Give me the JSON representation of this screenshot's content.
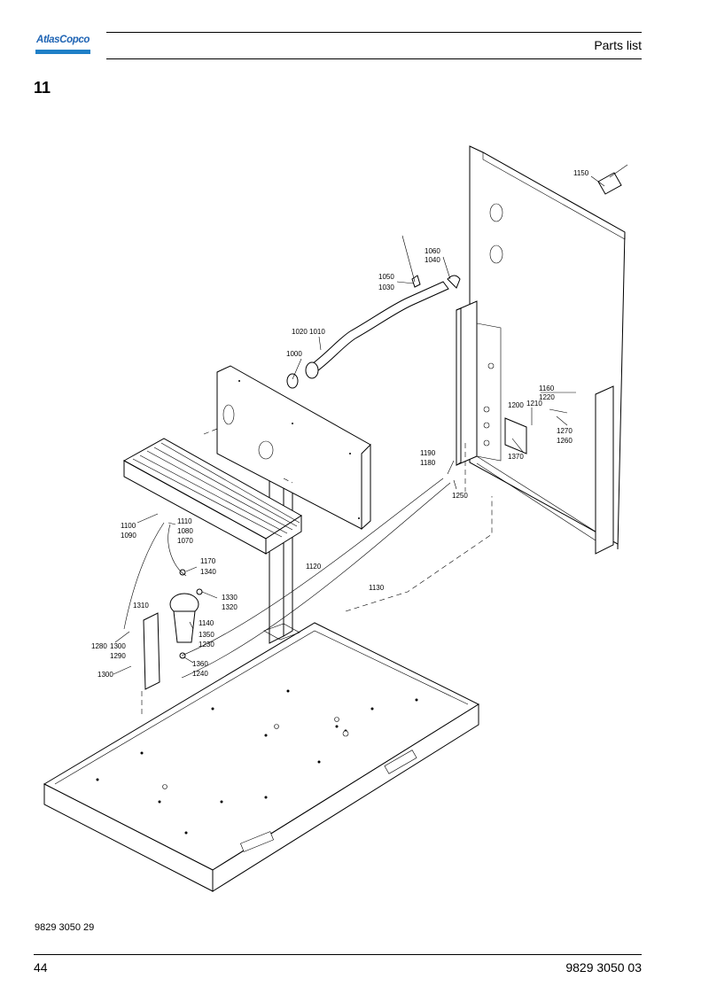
{
  "header": {
    "logo_text": "AtlasCopco",
    "title": "Parts list"
  },
  "section": {
    "number": "11"
  },
  "callouts": {
    "c1000": "1000",
    "c1010": "1010",
    "c1020": "1020",
    "c1030": "1030",
    "c1040": "1040",
    "c1050": "1050",
    "c1060": "1060",
    "c1070": "1070",
    "c1080": "1080",
    "c1090": "1090",
    "c1100": "1100",
    "c1110": "1110",
    "c1120": "1120",
    "c1130": "1130",
    "c1140": "1140",
    "c1150": "1150",
    "c1160": "1160",
    "c1170": "1170",
    "c1180": "1180",
    "c1190": "1190",
    "c1200": "1200",
    "c1210": "1210",
    "c1220": "1220",
    "c1230": "1230",
    "c1240": "1240",
    "c1250": "1250",
    "c1260": "1260",
    "c1270": "1270",
    "c1280": "1280",
    "c1290": "1290",
    "c1300a": "1300",
    "c1300b": "1300",
    "c1310": "1310",
    "c1320": "1320",
    "c1330": "1330",
    "c1340": "1340",
    "c1350": "1350",
    "c1360": "1360",
    "c1370": "1370"
  },
  "footer": {
    "drawing_ref": "9829 3050 29",
    "page_number": "44",
    "doc_number": "9829 3050 03"
  }
}
